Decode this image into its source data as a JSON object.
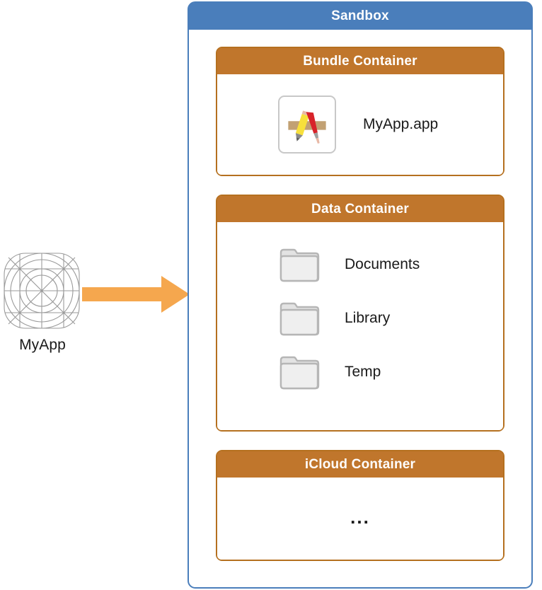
{
  "app_node": {
    "label": "MyApp",
    "icon": "app-grid-template-icon"
  },
  "arrow": {
    "icon": "right-arrow-icon",
    "color": "#F5A74E"
  },
  "sandbox": {
    "title": "Sandbox",
    "header_color": "#4A7EBB",
    "border_color": "#4A7EBB",
    "containers": [
      {
        "title": "Bundle Container",
        "header_color": "#C0762C",
        "items": [
          {
            "label": "MyApp.app",
            "icon": "xcode-app-icon"
          }
        ]
      },
      {
        "title": "Data Container",
        "header_color": "#C0762C",
        "items": [
          {
            "label": "Documents",
            "icon": "folder-icon"
          },
          {
            "label": "Library",
            "icon": "folder-icon"
          },
          {
            "label": "Temp",
            "icon": "folder-icon"
          }
        ]
      },
      {
        "title": "iCloud Container",
        "header_color": "#C0762C",
        "items": [],
        "placeholder": "..."
      }
    ]
  }
}
